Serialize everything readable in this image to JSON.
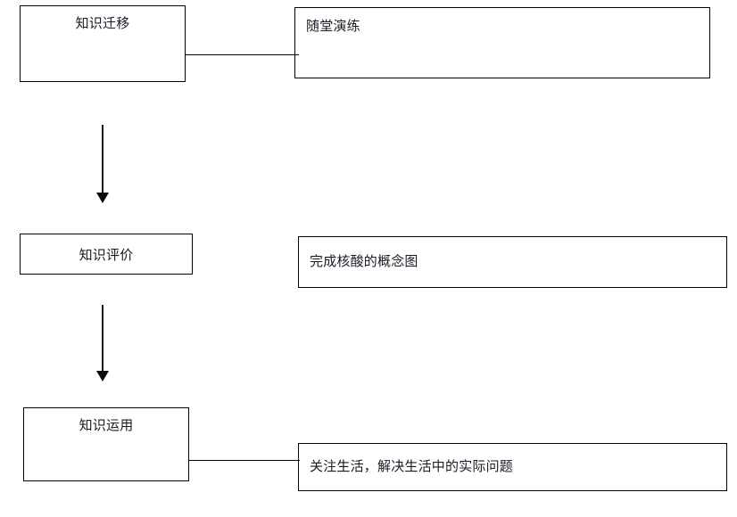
{
  "diagram": {
    "type": "flowchart",
    "orientation": "vertical-with-side-annotations",
    "background_color": "#ffffff",
    "line_color": "#000000",
    "text_color": "#1a1a24",
    "stages": [
      {
        "id": "transfer",
        "label": "知识迁移",
        "detail_label": "随堂演练"
      },
      {
        "id": "evaluation",
        "label": "知识评价",
        "detail_label": "完成核酸的概念图"
      },
      {
        "id": "application",
        "label": "知识运用",
        "detail_label": "关注生活，解决生活中的实际问题"
      }
    ],
    "connectors": [
      {
        "id": "transfer-practice",
        "kind": "horizontal-line",
        "from": "transfer",
        "to": "practice"
      },
      {
        "id": "application-real",
        "kind": "horizontal-line",
        "from": "application",
        "to": "real-problems"
      }
    ],
    "arrows": [
      {
        "id": "transfer-to-evaluation",
        "kind": "down-arrow",
        "from": "transfer",
        "to": "evaluation"
      },
      {
        "id": "evaluation-to-application",
        "kind": "down-arrow",
        "from": "evaluation",
        "to": "application"
      }
    ]
  }
}
